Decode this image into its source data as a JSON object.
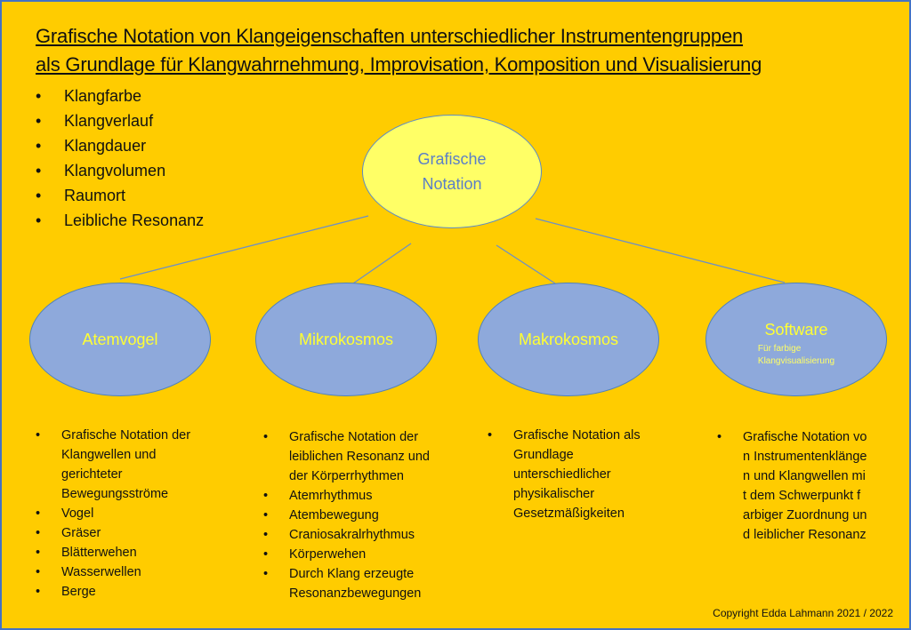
{
  "title": [
    "Grafische Notation von Klangeigenschaften unterschiedlicher Instrumentengruppen",
    "als Grundlage für Klangwahrnehmung, Improvisation, Komposition und Visualisierung"
  ],
  "properties": [
    "Klangfarbe",
    "Klangverlauf",
    "Klangdauer",
    "Klangvolumen",
    "Raumort",
    "Leibliche Resonanz"
  ],
  "center": {
    "line1": "Grafische",
    "line2": "Notation"
  },
  "nodes": [
    {
      "label": "Atemvogel",
      "items": [
        "Grafische Notation der Klangwellen und gerichteter Bewegungsströme",
        "Vogel",
        "Gräser",
        "Blätterwehen",
        "Wasserwellen",
        "Berge"
      ]
    },
    {
      "label": "Mikrokosmos",
      "items": [
        "Grafische Notation der leiblichen Resonanz und der Körperrhythmen",
        "Atemrhythmus",
        "Atembewegung",
        "Craniosakralrhythmus",
        "Körperwehen",
        "Durch Klang erzeugte Resonanzbewegungen"
      ]
    },
    {
      "label": "Makrokosmos",
      "items": [
        "Grafische Notation als Grundlage unterschiedlicher physikalischer Gesetzmäßigkeiten"
      ]
    },
    {
      "label": "Software",
      "sub1": "Für farbige",
      "sub2": "Klangvisualisierung",
      "items": [
        "Grafische Notation von Instrumentenklänge n und Klangwellen mit dem Schwerpunkt farbiger Zuordnung und leiblicher Resonanz"
      ]
    }
  ],
  "copyright": "Copyright Edda Lahmann 2021 / 2022",
  "colors": {
    "background": "#FFCC00",
    "center": "#FFFF66",
    "node": "#8EA9DB",
    "line": "#5B8BC9"
  }
}
